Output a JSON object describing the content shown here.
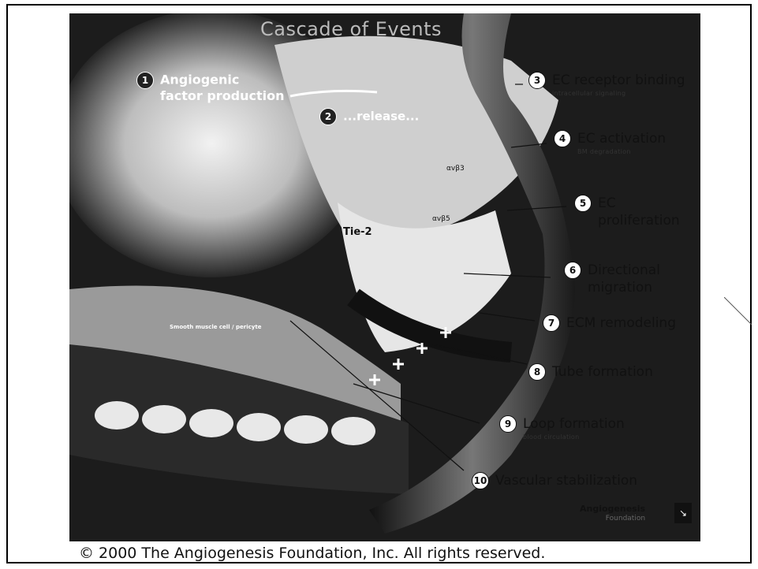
{
  "title": "Cascade of Events",
  "steps": [
    {
      "num": "1",
      "label": "Angiogenic",
      "label2": "factor production"
    },
    {
      "num": "2",
      "label": "...release..."
    },
    {
      "num": "3",
      "label": "EC receptor binding",
      "sub": "intracellular signaling"
    },
    {
      "num": "4",
      "label": "EC activation",
      "sub": "BM degradation"
    },
    {
      "num": "5",
      "label": "EC",
      "label2": "proliferation"
    },
    {
      "num": "6",
      "label": "Directional",
      "label2": "migration"
    },
    {
      "num": "7",
      "label": "ECM remodeling"
    },
    {
      "num": "8",
      "label": "Tube formation"
    },
    {
      "num": "9",
      "label": "Loop formation",
      "sub": "blood circulation"
    },
    {
      "num": "10",
      "label": "Vascular stabilization"
    }
  ],
  "annotations": {
    "tie2": "Tie-2",
    "integrin_a": "αvβ3",
    "integrin_b": "αvβ5",
    "cells": "Smooth muscle cell / pericyte"
  },
  "logo": {
    "name": "Angiogenesis",
    "sub": "Foundation",
    "mark": "↘"
  },
  "copyright": "© 2000 The Angiogenesis Foundation, Inc. All rights reserved."
}
